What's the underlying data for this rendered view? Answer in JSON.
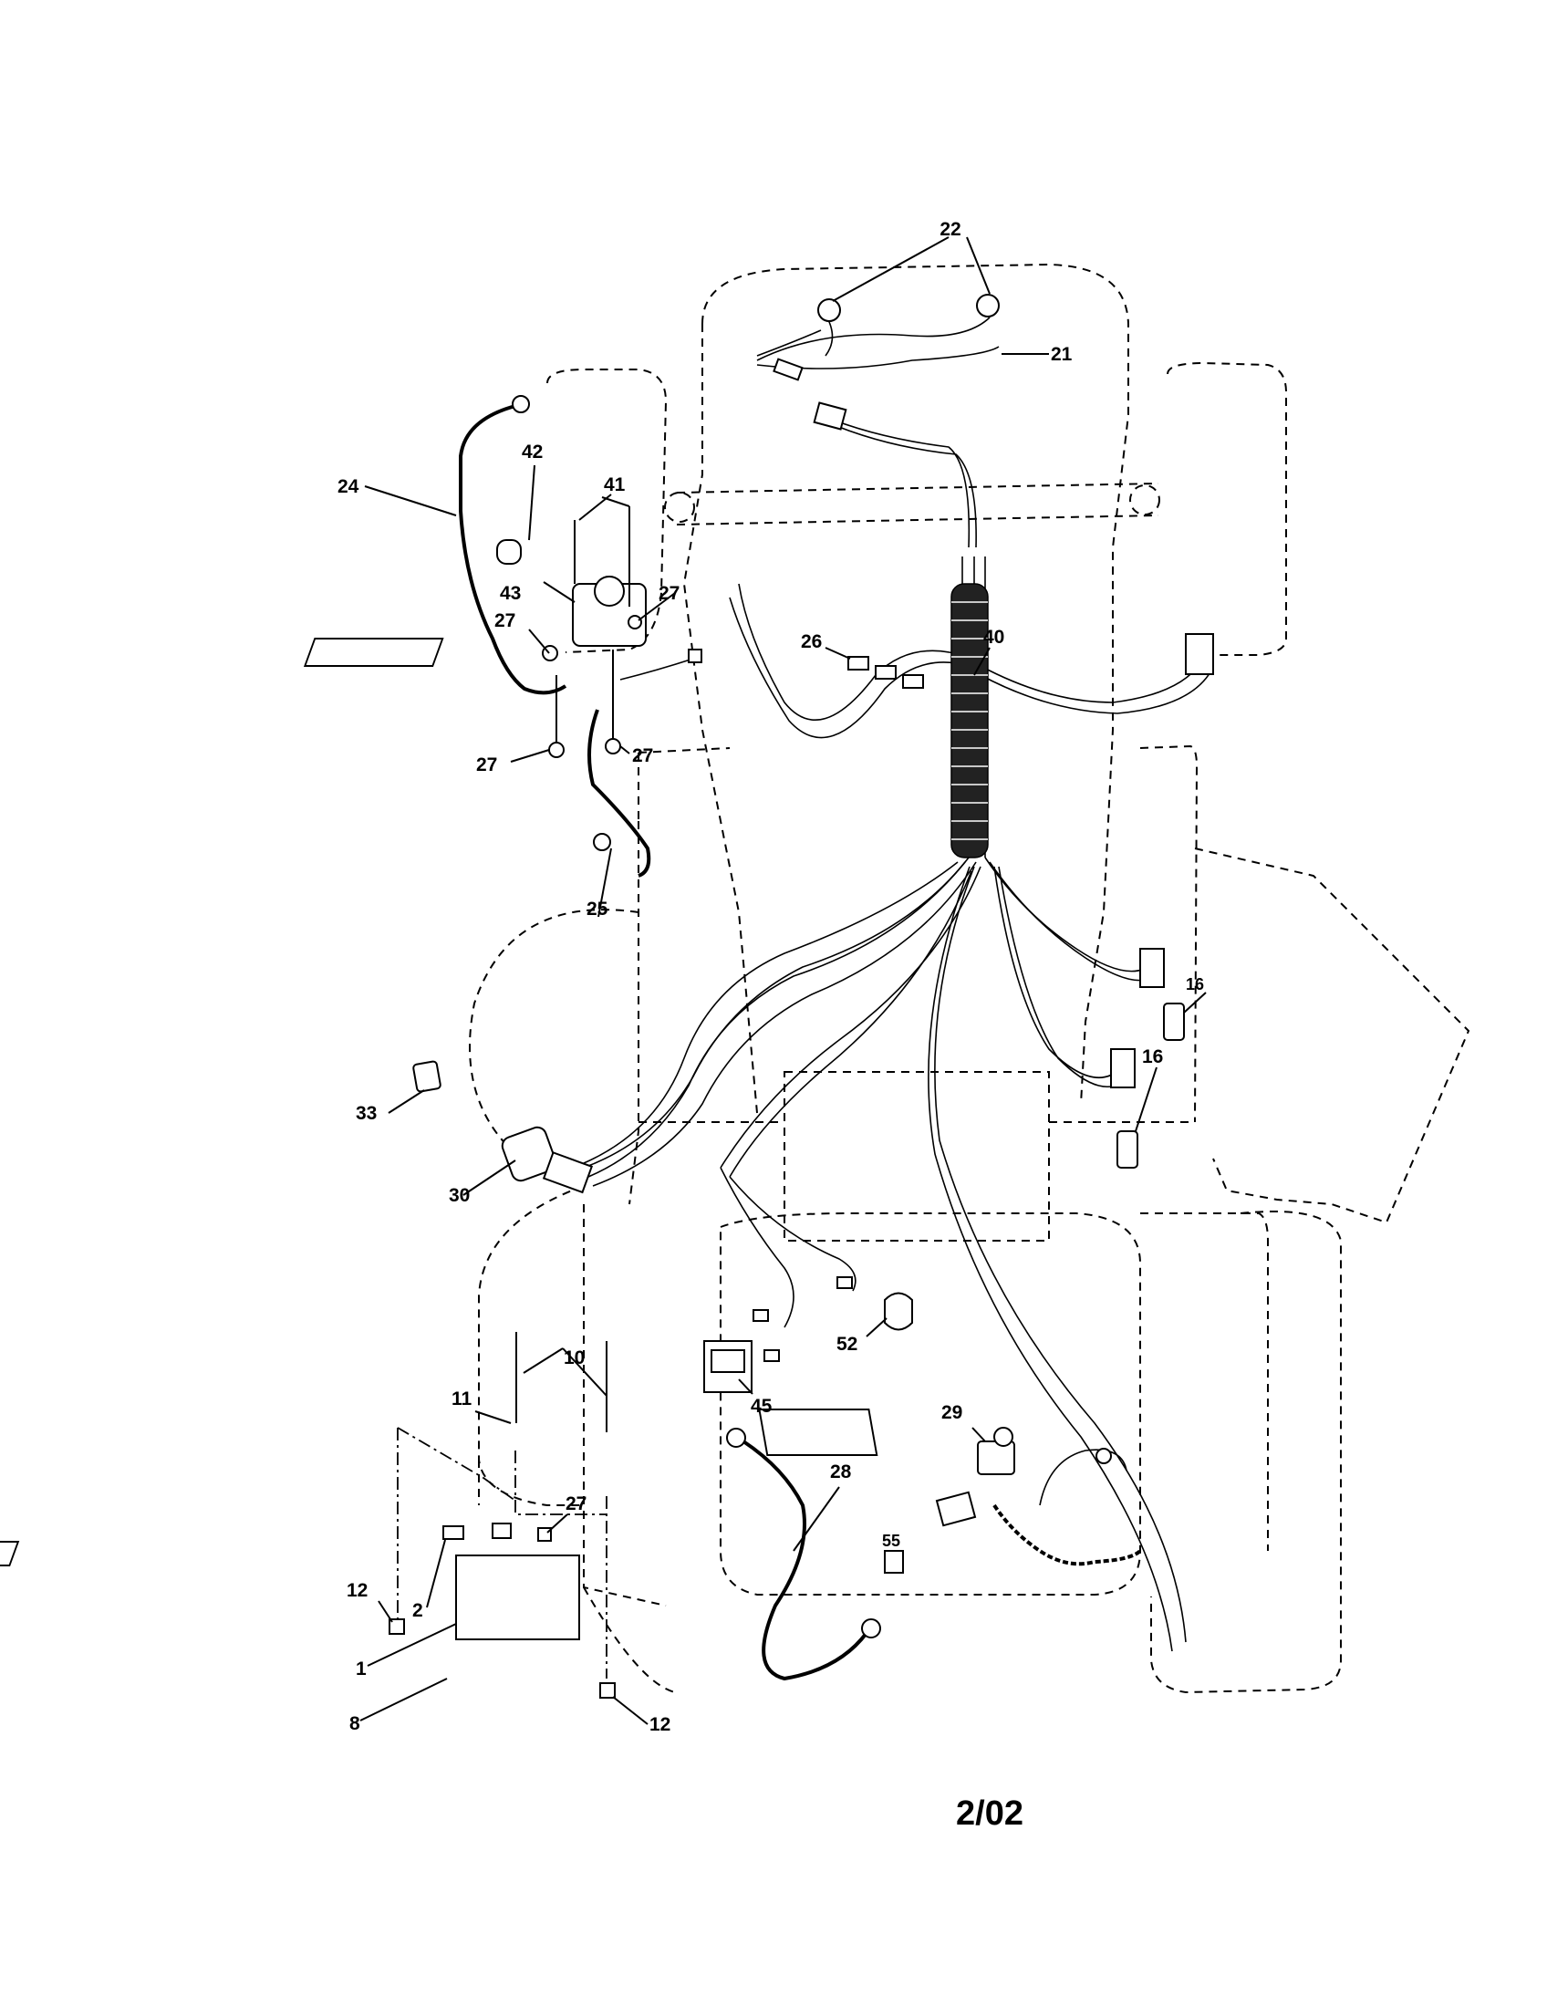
{
  "callouts": [
    {
      "id": "c1",
      "text": "1"
    },
    {
      "id": "c2",
      "text": "2"
    },
    {
      "id": "c8",
      "text": "8"
    },
    {
      "id": "c10",
      "text": "10"
    },
    {
      "id": "c11",
      "text": "11"
    },
    {
      "id": "c12a",
      "text": "12"
    },
    {
      "id": "c12b",
      "text": "12"
    },
    {
      "id": "c16a",
      "text": "16"
    },
    {
      "id": "c16b",
      "text": "16"
    },
    {
      "id": "c21",
      "text": "21"
    },
    {
      "id": "c22",
      "text": "22"
    },
    {
      "id": "c24",
      "text": "24"
    },
    {
      "id": "c25",
      "text": "25"
    },
    {
      "id": "c26",
      "text": "26"
    },
    {
      "id": "c27a",
      "text": "27"
    },
    {
      "id": "c27b",
      "text": "27"
    },
    {
      "id": "c27c",
      "text": "27"
    },
    {
      "id": "c27d",
      "text": "27"
    },
    {
      "id": "c27e",
      "text": "27"
    },
    {
      "id": "c28",
      "text": "28"
    },
    {
      "id": "c29",
      "text": "29"
    },
    {
      "id": "c30",
      "text": "30"
    },
    {
      "id": "c33",
      "text": "33"
    },
    {
      "id": "c40",
      "text": "40"
    },
    {
      "id": "c41",
      "text": "41"
    },
    {
      "id": "c42",
      "text": "42"
    },
    {
      "id": "c43",
      "text": "43"
    },
    {
      "id": "c45",
      "text": "45"
    },
    {
      "id": "c52",
      "text": "52"
    },
    {
      "id": "c55",
      "text": "55"
    }
  ],
  "footer": {
    "date_code": "2/02"
  }
}
